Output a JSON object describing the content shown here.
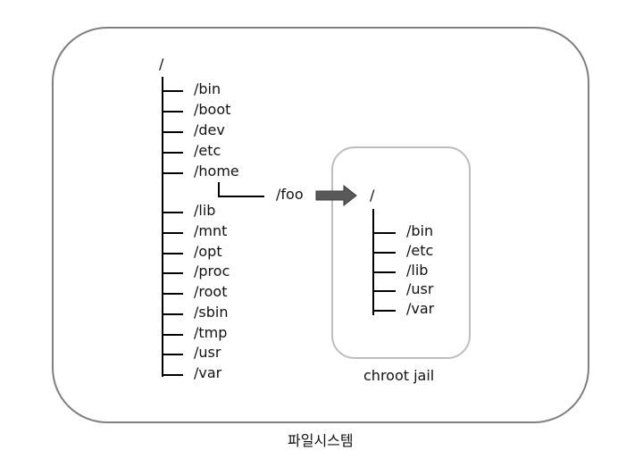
{
  "filesystem": {
    "root": "/",
    "dirs": [
      "/bin",
      "/boot",
      "/dev",
      "/etc",
      "/home",
      "/lib",
      "/mnt",
      "/opt",
      "/proc",
      "/root",
      "/sbin",
      "/tmp",
      "/usr",
      "/var"
    ],
    "home_child": "/foo",
    "caption": "파일시스템"
  },
  "jail": {
    "root": "/",
    "dirs": [
      "/bin",
      "/etc",
      "/lib",
      "/usr",
      "/var"
    ],
    "caption": "chroot jail"
  },
  "colors": {
    "outer_border": "#7f7f7f",
    "jail_border": "#bdbdbd",
    "arrow_fill": "#595959",
    "line": "#000000"
  }
}
